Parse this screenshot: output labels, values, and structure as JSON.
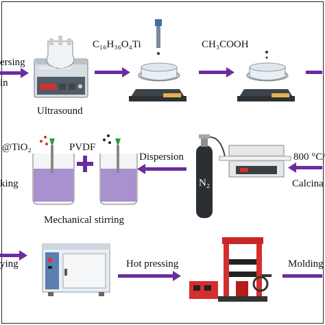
{
  "labels": {
    "dispersing": "ersing",
    "dispersing_sub": "in",
    "ultrasound": "Ultrasound",
    "ticompound": "C₁₆H₃₆O₄Ti",
    "acetic": "CH₃COOH",
    "tio2": "@TiO₂",
    "pvdf": "PVDF",
    "dispersion": "Dispersion",
    "temp": "800 °C/",
    "mixing": "king",
    "calcination": "Calcina",
    "mech_stirring": "Mechanical stirring",
    "n2": "N₂",
    "drying": "ying",
    "hot_pressing": "Hot pressing",
    "molding": "Molding",
    "cleaner_label": "Ultrasonic Cleaner"
  },
  "colors": {
    "arrow": "#6a2ca0",
    "plus": "#6a2ca0",
    "liquid": "#9b7fc7"
  }
}
